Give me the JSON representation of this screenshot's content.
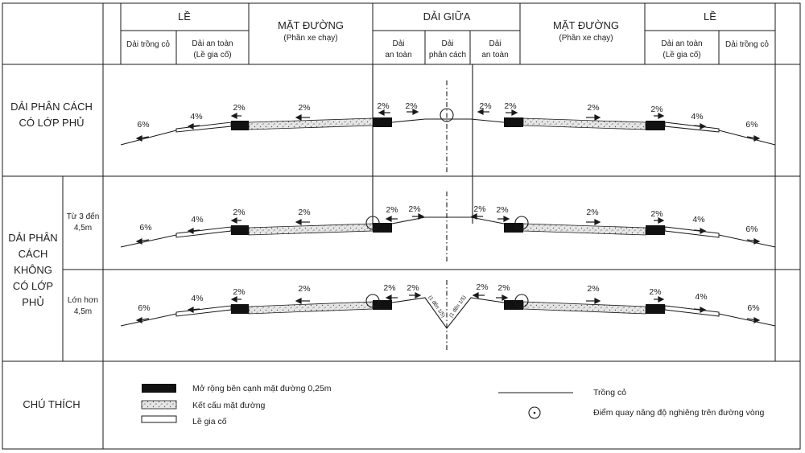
{
  "header": {
    "le": "LỀ",
    "mat_duong": "MẶT ĐƯỜNG",
    "phan_xe_chay": "(Phần xe chạy)",
    "dai_giua": "DẢI GIỮA",
    "dai_trong_co": "Dải trồng cỏ",
    "dai_an_toan": "Dải an toàn",
    "le_gia_co": "(Lề gia cố)",
    "dai_an_toan_1": "Dải",
    "dai_an_toan_2": "an toàn",
    "dai_phan_cach_1": "Dải",
    "dai_phan_cach_2": "phân cách"
  },
  "rows": {
    "row1_line1": "DẢI PHÂN CÁCH",
    "row1_line2": "CÓ LỚP PHỦ",
    "row2_line1": "DẢI PHÂN",
    "row2_line2": "CÁCH",
    "row2_line3": "KHÔNG",
    "row2_line4": "CÓ LỚP",
    "row2_line5": "PHỦ",
    "sub_a_line1": "Từ 3 đến",
    "sub_a_line2": "4,5m",
    "sub_b_line1": "Lớn hơn",
    "sub_b_line2": "4,5m",
    "legend_title": "CHÚ THÍCH"
  },
  "slopes": {
    "six": "6%",
    "four": "4%",
    "two": "2%",
    "center_left": "(1 đến 1/5)",
    "center_right": "(1 đến 1/5)"
  },
  "legend": {
    "widen": "Mở rộng bên cạnh mặt đường 0,25m",
    "pavement": "Kết cấu mặt đường",
    "shoulder": "Lề gia cố",
    "grass": "Trồng cỏ",
    "pivot": "Điểm quay nâng độ nghiêng trên đường vòng"
  },
  "colors": {
    "ink": "#1a1a1a",
    "widen_fill": "#111111",
    "pavement_fill": "#e6e6e6"
  }
}
